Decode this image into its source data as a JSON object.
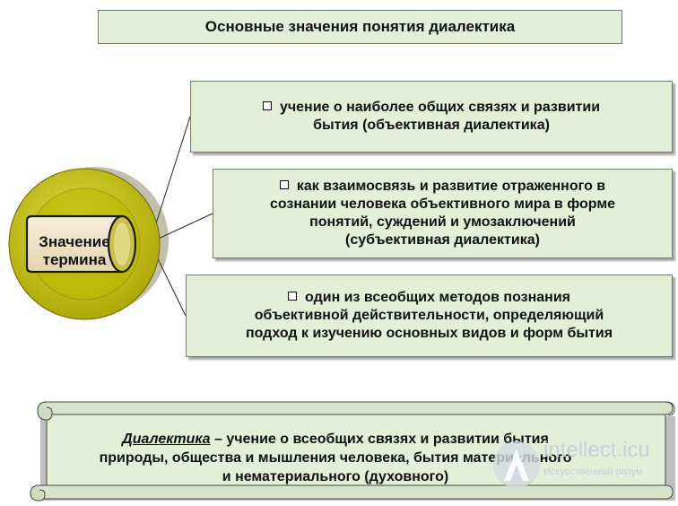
{
  "title": "Основные значения понятия диалектика",
  "term": {
    "line1": "Значение",
    "line2": "термина"
  },
  "items": [
    {
      "lines": [
        "учение о наиболее общих связях и развитии",
        "бытия (объективная диалектика)"
      ]
    },
    {
      "lines": [
        "как  взаимосвязь и развитие отраженного в",
        "сознании человека объективного мира в форме",
        "понятий, суждений и умозаключений",
        "(субъективная диалектика)"
      ]
    },
    {
      "lines": [
        "один из всеобщих  методов познания",
        "объективной действительности, определяющий",
        "подход к изучению основных видов и форм бытия"
      ]
    }
  ],
  "definition": {
    "term": "Диалектика",
    "line1_rest": " – учение о всеобщих связях и развитии бытия",
    "line2": "природы,  общества и мышления человека, бытия материального",
    "line3": "и нематериального  (духовного)"
  },
  "watermark": {
    "name": "intellect.icu",
    "sub": "Искусственный разум"
  },
  "colors": {
    "box_fill": "#e3efd9",
    "ring": "#c6c200",
    "core": "#eee2c2"
  }
}
